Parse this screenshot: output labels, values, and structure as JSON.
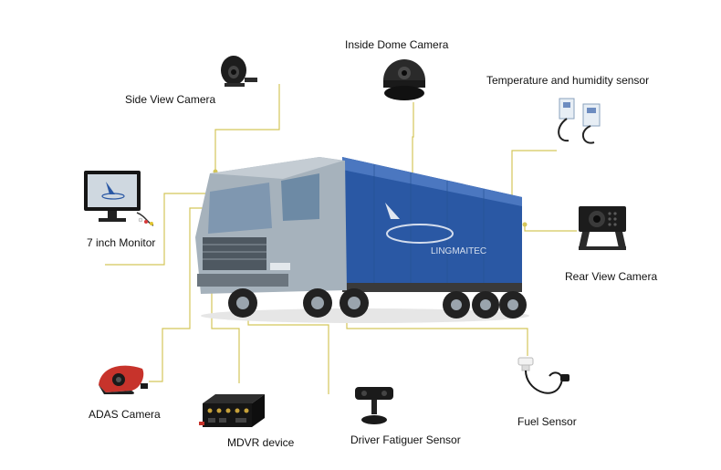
{
  "diagram": {
    "line_color": "#d4c65a",
    "accent_colors": {
      "trailer": "#2a58a4",
      "cab": "#a6b2bc",
      "adas_red": "#c7332b"
    },
    "trailer_brand": "LINGMAITEC",
    "components": [
      {
        "id": "side-view-camera",
        "label": "Side View Camera",
        "icon": "side-view-camera-icon"
      },
      {
        "id": "inside-dome-camera",
        "label": "Inside Dome Camera",
        "icon": "dome-camera-icon"
      },
      {
        "id": "temperature-humidity-sensor",
        "label": "Temperature and humidity sensor",
        "icon": "temperature-sensor-icon"
      },
      {
        "id": "monitor",
        "label": "7 inch  Monitor",
        "icon": "monitor-icon"
      },
      {
        "id": "rear-view-camera",
        "label": "Rear View Camera",
        "icon": "rear-camera-icon"
      },
      {
        "id": "adas-camera",
        "label": "ADAS Camera",
        "icon": "adas-camera-icon"
      },
      {
        "id": "mdvr-device",
        "label": "MDVR device",
        "icon": "mdvr-icon"
      },
      {
        "id": "driver-fatigue-sensor",
        "label": "Driver Fatiguer Sensor",
        "icon": "fatigue-sensor-icon"
      },
      {
        "id": "fuel-sensor",
        "label": "Fuel Sensor",
        "icon": "fuel-sensor-icon"
      }
    ]
  }
}
